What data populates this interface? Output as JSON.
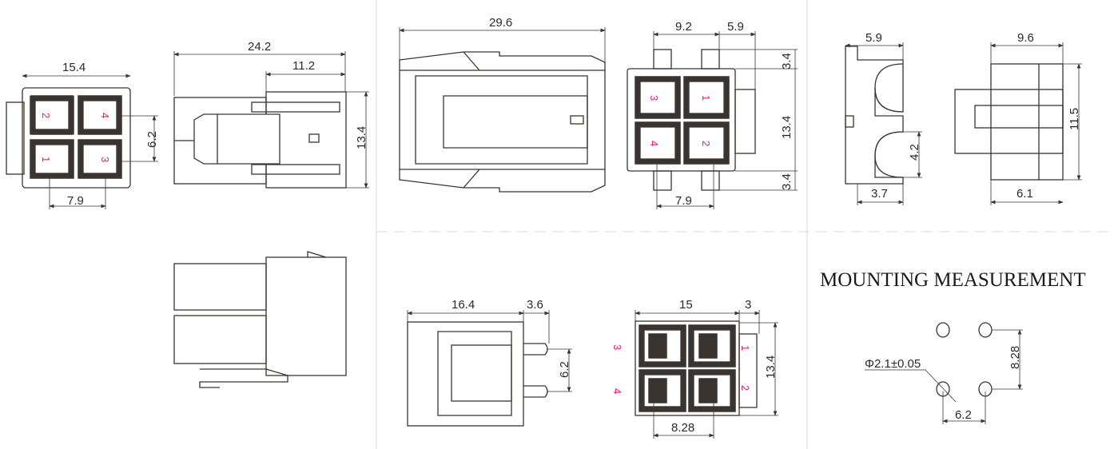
{
  "title": "MOUNTING MEASUREMENT",
  "hole_spec": "Φ2.1±0.05",
  "dims": {
    "p1_width": "15.4",
    "p1_pitch_x": "7.9",
    "p1_pitch_y": "6.2",
    "p1_length": "24.2",
    "p1_front": "11.2",
    "p1_height": "13.4",
    "p2_length": "29.6",
    "p2_a": "9.2",
    "p2_b": "5.9",
    "p2_c": "3.4",
    "p2_d": "13.4",
    "p2_e": "3.4",
    "p2_pitch": "7.9",
    "p3_a": "5.9",
    "p3_b": "3.7",
    "p3_c": "4.2",
    "p3_d": "9.6",
    "p3_e": "11.5",
    "p3_f": "6.1",
    "p4_a": "16.4",
    "p4_b": "3.6",
    "p4_c": "6.2",
    "p5_a": "15",
    "p5_b": "3",
    "p5_c": "13.4",
    "p5_d": "8.28",
    "m_y": "8.28",
    "m_x": "6.2"
  },
  "pins": [
    "1",
    "2",
    "3",
    "4"
  ]
}
